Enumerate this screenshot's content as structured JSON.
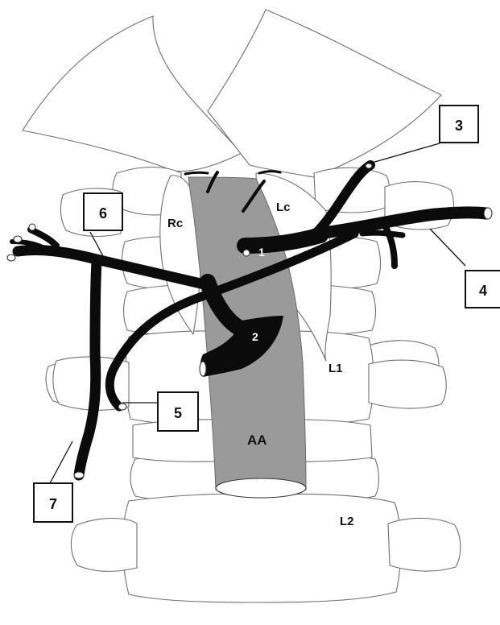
{
  "labels": {
    "right_crus": "Rc",
    "left_crus": "Lc",
    "vertebra_l1": "L1",
    "vertebra_l2": "L2",
    "abdominal_aorta": "AA"
  },
  "callouts": [
    "1",
    "2",
    "3",
    "4",
    "5",
    "6",
    "7"
  ],
  "colors": {
    "aorta": "#9a9a9a",
    "vessel": "#0b0b0b",
    "outline": "#6f6f6f"
  }
}
